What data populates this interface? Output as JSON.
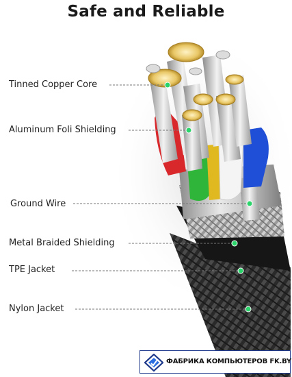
{
  "title": "Safe and Reliable",
  "labels": [
    {
      "id": "tinned-copper-core",
      "text": "Tinned Copper Core"
    },
    {
      "id": "aluminum-foil-shielding",
      "text": "Aluminum Foli Shielding"
    },
    {
      "id": "ground-wire",
      "text": "Ground Wire"
    },
    {
      "id": "metal-braided-shielding",
      "text": "Metal Braided Shielding"
    },
    {
      "id": "tpe-jacket",
      "text": "TPE Jacket"
    },
    {
      "id": "nylon-jacket",
      "text": "Nylon Jacket"
    }
  ],
  "badge": {
    "text": "ФАБРИКА КОМПЬЮТЕРОВ FK.BY",
    "logo_icon": "fk-logo-icon"
  },
  "colors": {
    "wire_red": "#d8282c",
    "wire_blue": "#1f4fd6",
    "wire_green": "#2fb53a",
    "wire_yellow": "#e0b820",
    "marker": "#2bd46a"
  }
}
